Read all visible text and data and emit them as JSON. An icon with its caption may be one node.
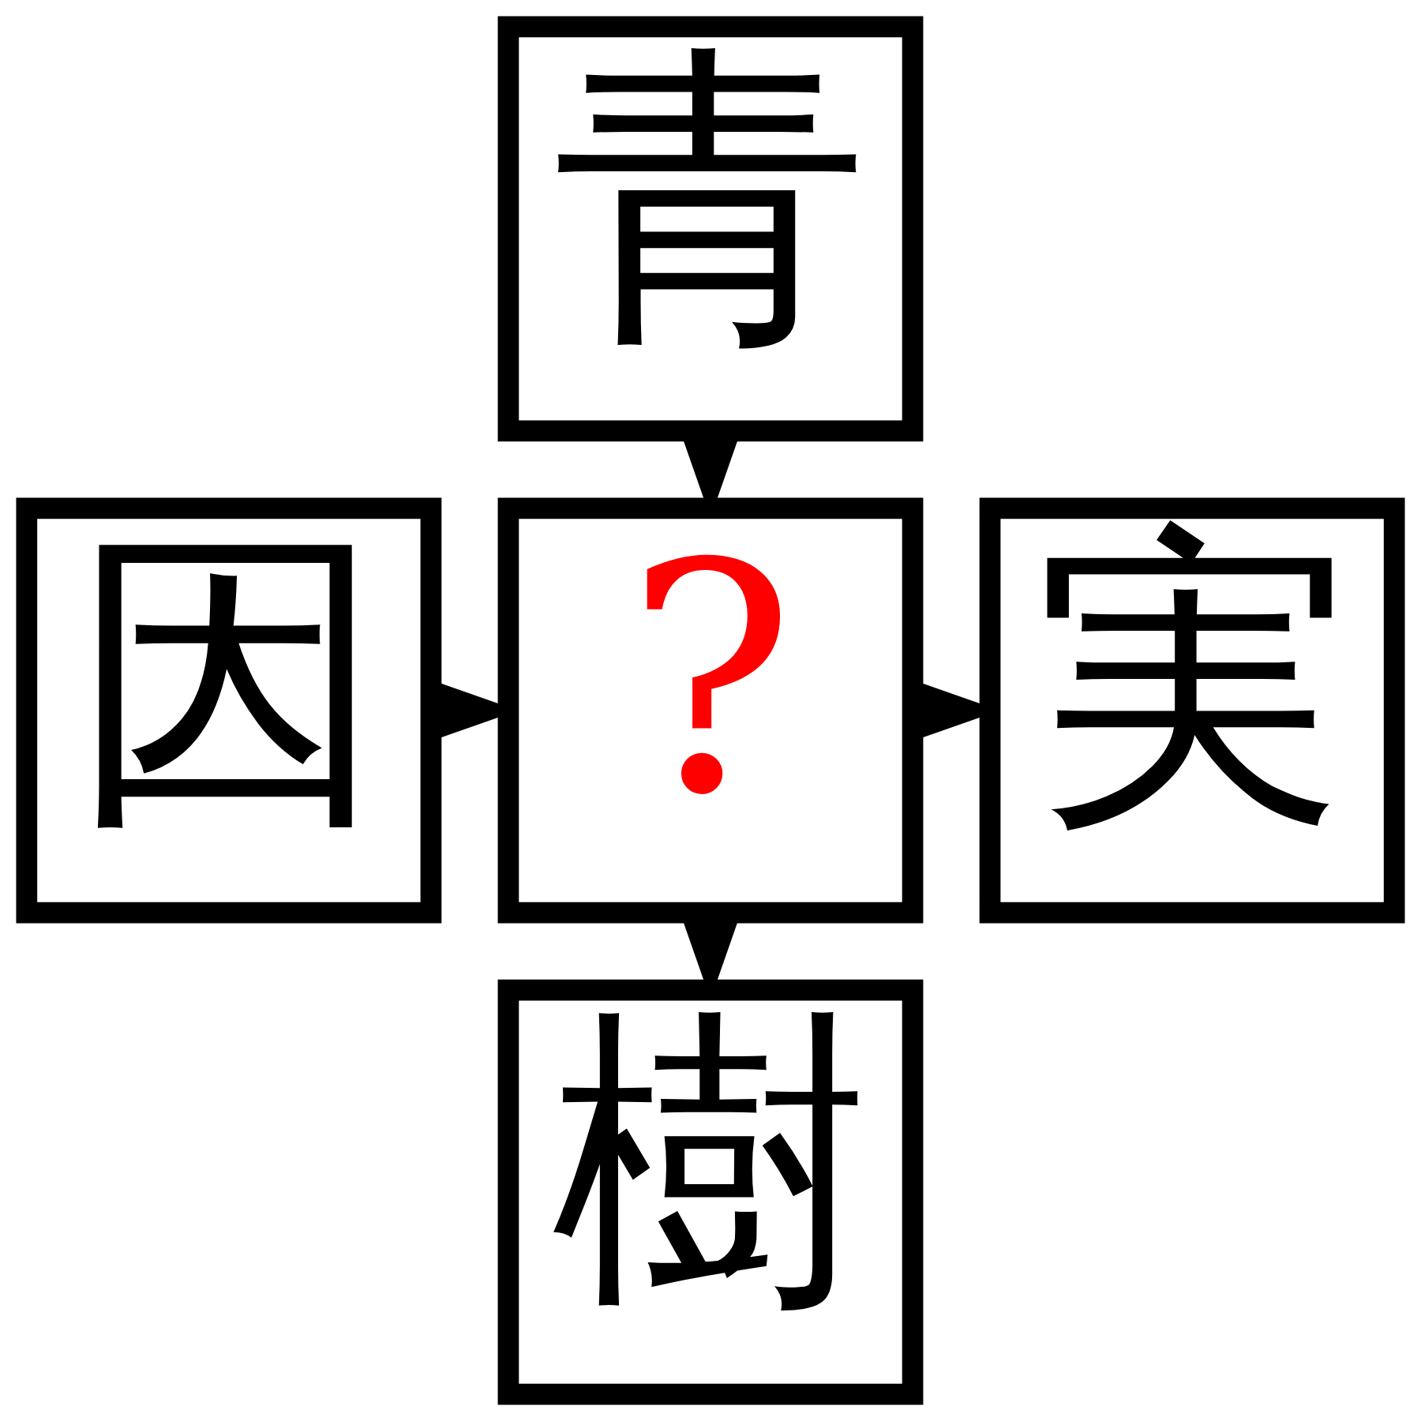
{
  "diagram": {
    "nodes": [
      {
        "text": [
          "青"
        ]
      },
      {
        "text": [
          "因"
        ]
      },
      {
        "text": [
          "?"
        ]
      },
      {
        "text": [
          "実"
        ]
      },
      {
        "text": [
          "樹"
        ]
      }
    ],
    "edges": [
      {
        "from": 0,
        "to": 2,
        "arrow": "to"
      },
      {
        "from": 1,
        "to": 2,
        "arrow": "to"
      },
      {
        "from": 2,
        "to": 3,
        "arrow": "to"
      },
      {
        "from": 2,
        "to": 4,
        "arrow": "to"
      }
    ]
  }
}
